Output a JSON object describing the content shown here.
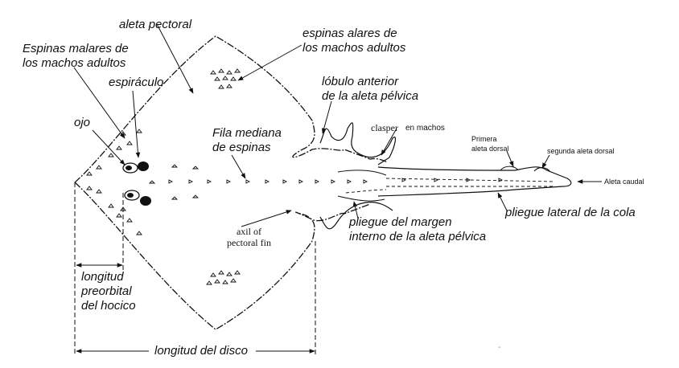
{
  "labels": {
    "aleta_pectoral": "aleta pectoral",
    "espinas_alares": "espinas alares de\nlos machos adultos",
    "espinas_malares": "Espinas malares de\nlos machos adultos",
    "espiraculo": "espiráculo",
    "lobulo_anterior": "lóbulo anterior\nde la aleta pélvica",
    "ojo": "ojo",
    "clasper": "clasper",
    "en_machos": "en machos",
    "fila_mediana": "Fila mediana\nde espinas",
    "primera_dorsal": "Primera\naleta dorsal",
    "segunda_dorsal": "segunda aleta dorsal",
    "aleta_caudal": "Aleta caudal",
    "pliegue_lateral": "pliegue lateral de la cola",
    "axil": "axil of\npectoral fin",
    "pliegue_margen": "pliegue del margen\ninterno de la aleta pélvica",
    "longitud_preorbital": "longitud\npreorbital\ndel hocico",
    "longitud_disco": "longitud del disco",
    "stray_mark": "-"
  },
  "colors": {
    "ink": "#111111"
  }
}
